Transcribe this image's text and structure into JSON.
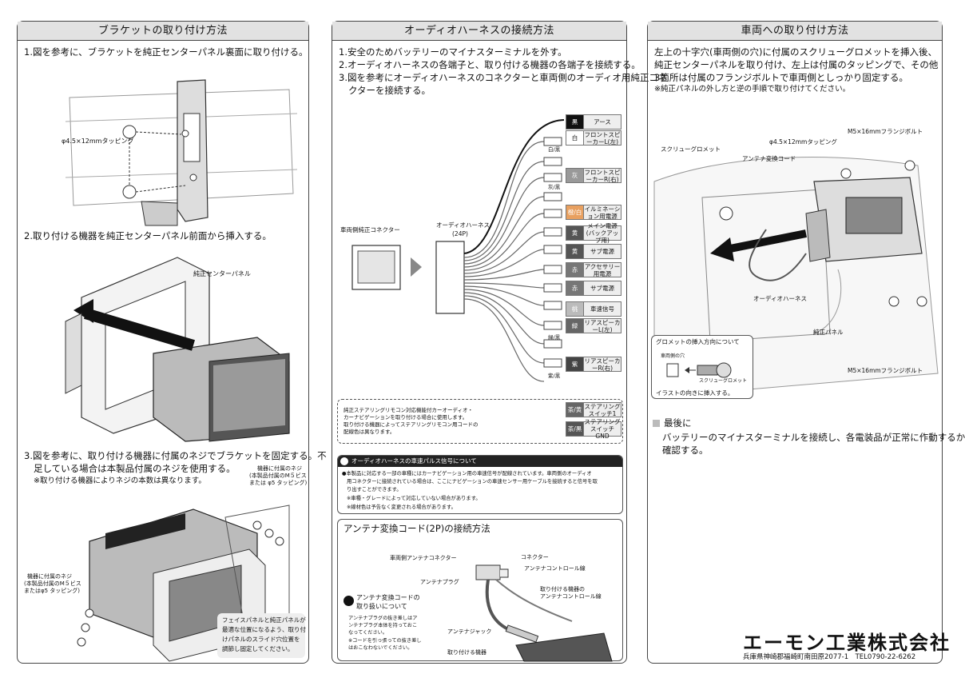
{
  "left": {
    "title": "ブラケットの取り付け方法",
    "step1": "1.図を参考に、ブラケットを純正センターパネル裏面に取り付ける。",
    "tapping": "φ4.5×12mmタッピング",
    "step2": "2.取り付ける機器を純正センターパネル前面から挿入する。",
    "center_panel": "純正センターパネル",
    "step3_a": "3.図を参考に、取り付ける機器に付属のネジでブラケットを固定する。不",
    "step3_b": "足している場合は本製品付属のネジを使用する。",
    "step3_note": "※取り付ける機器によりネジの本数は異なります。",
    "screw_a1": "機器に付属のネジ",
    "screw_a2": "(本製品付属のM５ビス",
    "screw_a3": "または φ5 タッピング)",
    "screw_b1": "機器に付属のネジ",
    "screw_b2": "(本製品付属のM５ビス",
    "screw_b3": "またはφ5 タッピング)",
    "note1": "フェイスパネルと純正パネルが",
    "note2": "最適な位置になるよう、取り付",
    "note3": "けパネルのスライド穴位置を",
    "note4": "調節し固定してください。"
  },
  "middle": {
    "title": "オーディオハーネスの接続方法",
    "step1": "1.安全のためバッテリーのマイナスターミナルを外す。",
    "step2": "2.オーディオハーネスの各端子と、取り付ける機器の各端子を接続する。",
    "step3_a": "3.図を参考にオーディオハーネスのコネクターと車両側のオーディオ用純正コネ",
    "step3_b": "クターを接続する。",
    "vehicle_connector": "車両側純正コネクター",
    "harness1": "オーディオハーネス",
    "harness2": "(24P)",
    "wires": [
      {
        "sw": "黒",
        "label": "アース",
        "color": "#111"
      },
      {
        "sw": "白",
        "sw2": "白/黒",
        "label": "フロントスピーカーL(左)",
        "color": "#fff"
      },
      {
        "sw": "灰",
        "sw2": "灰/黒",
        "label": "フロントスピーカーR(右)",
        "color": "#999"
      },
      {
        "sw": "橙/白",
        "label": "イルミネーション用電源",
        "color": "#e8a060"
      },
      {
        "sw": "黄",
        "label": "メイン電源(バックアップ用)",
        "color": "#555"
      },
      {
        "sw": "黄",
        "label": "サブ電源",
        "color": "#555"
      },
      {
        "sw": "赤",
        "label": "アクセサリー用電源",
        "color": "#777"
      },
      {
        "sw": "赤",
        "label": "サブ電源",
        "color": "#777"
      },
      {
        "sw": "桃",
        "label": "車速信号",
        "color": "#bbb"
      },
      {
        "sw": "緑",
        "sw2": "緑/黒",
        "label": "リアスピーカーL(左)",
        "color": "#666"
      },
      {
        "sw": "紫",
        "sw2": "紫/黒",
        "label": "リアスピーカーR(右)",
        "color": "#444"
      },
      {
        "sw": "茶/黄",
        "label": "ステアリングスイッチ1",
        "color": "#666"
      },
      {
        "sw": "茶/黒",
        "label": "ステアリングスイッチGND",
        "color": "#555"
      }
    ],
    "steer_note1": "純正ステアリングリモコン対応機能付カーオーディオ・",
    "steer_note2": "カーナビゲーションを取り付ける場合に使用します。",
    "steer_note3": "取り付ける機器によってステアリングリモコン用コードの",
    "steer_note4": "配線色は異なります。",
    "pulse_title": "オーディオハーネスの車速パルス信号について",
    "pulse1": "●本製品に対応する一部の車種にはカーナビゲーション用の車速信号が配線されています。車両側のオーディオ",
    "pulse2": "用コネクターに接続されている場合は、ここにナビゲーションの車速センサー用ケーブルを接続すると信号を取",
    "pulse3": "り出すことができます。",
    "pulse4": "※車種・グレードによって対応していない場合があります。",
    "pulse5": "※線材色は予告なく変更される場合があります。",
    "antenna_title": "アンテナ変換コード(2P)の接続方法",
    "ant_vehicle": "車両側アンテナコネクター",
    "ant_connector": "コネクター",
    "ant_control": "アンテナコントロール線",
    "ant_plug": "アンテナプラグ",
    "ant_dev1": "取り付ける機器の",
    "ant_dev2": "アンテナコントロール線",
    "ant_jack": "アンテナジャック",
    "ant_device": "取り付ける機器",
    "handle1": "アンテナ変換コードの",
    "handle2": "取り扱いについて",
    "handle3": "アンテナプラグの抜き差しはア",
    "handle4": "ンテナプラグ本体を持っておこ",
    "handle5": "なってください。",
    "handle6": "※コードを引っ張っての抜き差し",
    "handle7": "はおこなわないでください。"
  },
  "right": {
    "title": "車両への取り付け方法",
    "line1": "左上の十字穴(車両側の穴)に付属のスクリューグロメットを挿入後、",
    "line2": "純正センターパネルを取り付け、左上は付属のタッピングで、その他",
    "line3": "3箇所は付属のフランジボルトで車両側としっかり固定する。",
    "note": "※純正パネルの外し方と逆の手順で取り付けてください。",
    "bolt_top": "M5×16mmフランジボルト",
    "grommet": "スクリューグロメット",
    "tapping": "φ4.5×12mmタッピング",
    "ant_cord": "アンテナ変換コード",
    "audio_harness": "オーディオハーネス",
    "genuine_panel": "純正パネル",
    "bolt_bottom": "M5×16mmフランジボルト",
    "inset_title": "グロメットの挿入方向について",
    "inset_hole": "車両側の穴",
    "inset_grommet": "スクリューグロメット",
    "inset_caption": "イラストの向きに挿入する。",
    "final_title": "最後に",
    "final1": "バッテリーのマイナスターミナルを接続し、各電装品が正常に作動するか",
    "final2": "確認する。"
  },
  "company": {
    "name": "エーモン工業株式会社",
    "address": "兵庫県神崎郡福崎町南田原2077-1　TEL0790-22-6262"
  }
}
